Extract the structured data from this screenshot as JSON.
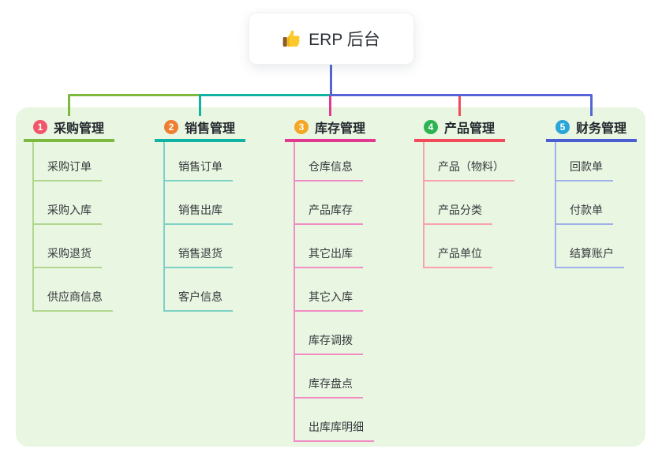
{
  "root": {
    "label": "ERP 后台",
    "icon": "thumbs-up-icon"
  },
  "connector_color": "#5665d6",
  "panel_color": "#e9f6e2",
  "branches": [
    {
      "number": "1",
      "title": "采购管理",
      "badge_color": "#f2566b",
      "line_color": "#7cb93e",
      "child_line_color": "#b1d78f",
      "children": [
        "采购订单",
        "采购入库",
        "采购退货",
        "供应商信息"
      ]
    },
    {
      "number": "2",
      "title": "销售管理",
      "badge_color": "#ef7e32",
      "line_color": "#10b2a2",
      "child_line_color": "#7dd2c5",
      "children": [
        "销售订单",
        "销售出库",
        "销售退货",
        "客户信息"
      ]
    },
    {
      "number": "3",
      "title": "库存管理",
      "badge_color": "#f5a623",
      "line_color": "#e1398f",
      "child_line_color": "#f18cc4",
      "children": [
        "仓库信息",
        "产品库存",
        "其它出库",
        "其它入库",
        "库存调拨",
        "库存盘点",
        "出库库明细"
      ]
    },
    {
      "number": "4",
      "title": "产品管理",
      "badge_color": "#2db351",
      "line_color": "#f24a5b",
      "child_line_color": "#f9a2ac",
      "children": [
        "产品（物料）",
        "产品分类",
        "产品单位"
      ]
    },
    {
      "number": "5",
      "title": "财务管理",
      "badge_color": "#2aa5d8",
      "line_color": "#4a5ed2",
      "child_line_color": "#9fb1e9",
      "children": [
        "回款单",
        "付款单",
        "结算账户"
      ]
    }
  ]
}
